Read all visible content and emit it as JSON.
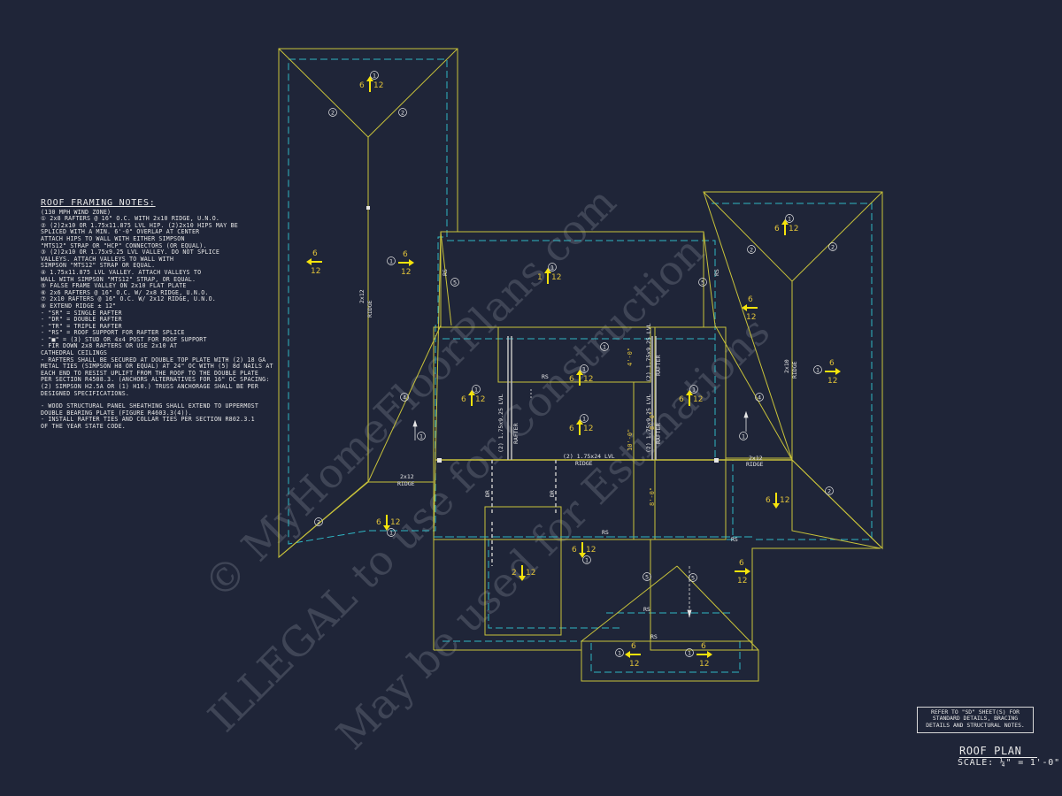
{
  "plan": {
    "title": "ROOF PLAN",
    "scale": "SCALE: ¼\" = 1'-0\""
  },
  "reference_note": {
    "lines": [
      "REFER TO \"SD\" SHEET(S) FOR",
      "STANDARD DETAILS, BRACING",
      "DETAILS AND STRUCTURAL NOTES."
    ]
  },
  "notes": {
    "title": "ROOF FRAMING NOTES:",
    "lines": [
      "(130 MPH WIND ZONE)",
      "① 2x8 RAFTERS @ 16\" O.C. WITH 2x10 RIDGE, U.N.O.",
      "② (2)2x10 OR 1.75x11.875 LVL HIP.  (2)2x10 HIPS MAY BE",
      "    SPLICED WITH A MIN. 6'-0\" OVERLAP AT CENTER",
      "    ATTACH HIPS TO WALL WITH EITHER SIMPSON",
      "    \"MTS12\" STRAP OR \"HCP\" CONNECTORS (OR EQUAL).",
      "③ (2)2x10 OR 1.75x9.25 LVL VALLEY.  DO NOT SPLICE",
      "    VALLEYS.  ATTACH VALLEYS TO WALL WITH",
      "    SIMPSON \"MTS12\" STRAP OR EQUAL.",
      "④ 1.75x11.875 LVL VALLEY.  ATTACH VALLEYS TO",
      "    WALL WITH SIMPSON \"MTS12\" STRAP, OR EQUAL.",
      "⑤ FALSE FRAME VALLEY ON 2x10 FLAT PLATE",
      "⑥ 2x6 RAFTERS @ 16\" O.C. W/ 2x8 RIDGE, U.N.O.",
      "⑦ 2x10 RAFTERS @ 16\" O.C. W/ 2x12 RIDGE, U.N.O.",
      "⑧ EXTEND RIDGE ± 12\"",
      "-  \"SR\" = SINGLE RAFTER",
      "-  \"DR\" = DOUBLE RAFTER",
      "-  \"TR\" = TRIPLE RAFTER",
      "-  \"RS\" = ROOF SUPPORT FOR RAFTER SPLICE",
      "-  \"■\" = (3) STUD OR 4x4 POST FOR ROOF SUPPORT",
      "-  FIR DOWN 2x8 RAFTERS OR USE 2x10 AT",
      "    CATHEDRAL CEILINGS",
      "-  RAFTERS SHALL BE SECURED AT DOUBLE TOP PLATE WITH (2) 18 GA",
      "    METAL TIES (SIMPSON H8 OR EQUAL) AT 24\" OC WITH (5) 8d NAILS AT",
      "    EACH END TO RESIST UPLIFT FROM THE ROOF TO THE DOUBLE PLATE",
      "    PER SECTION R4508.3. (ANCHORS ALTERNATIVES FOR 16\" OC SPACING:",
      "    (2) SIMPSON H2.5A OR (1) H10.) TRUSS ANCHORAGE SHALL BE PER",
      "    DESIGNED SPECIFICATIONS.",
      "",
      "-  WOOD STRUCTURAL PANEL SHEATHING SHALL EXTEND TO UPPERMOST",
      "    DOUBLE BEARING PLATE (FIGURE R4603.3(4)).",
      "-  INSTALL RAFTER TIES AND COLLAR TIES PER SECTION R802.3.1",
      "    OF THE YEAR STATE CODE."
    ]
  },
  "watermark": {
    "lines": [
      "© MyHomeFloorPlans.com",
      "ILLEGAL to use for Construction",
      "May be used for Estimations"
    ]
  },
  "labels": {
    "rs": "RS",
    "dr": "DR",
    "ridge_2x12": [
      "2x12",
      "RIDGE"
    ],
    "ridge_2x10": [
      "2x10",
      "RIDGE"
    ],
    "ridge_lvl": [
      "(2) 1.75x24 LVL",
      "RIDGE"
    ],
    "rafter_lvl": [
      "(2) 1.75x9.25 LVL",
      "RAFTER"
    ],
    "dims": [
      "4'-0\"",
      "8'-0\"",
      "10'-0\"",
      "8'-0\""
    ]
  },
  "colors": {
    "background": "#1f2538",
    "wall": "#c8c23a",
    "ridge_line": "#c8c23a",
    "dashed": "#2fb6c4",
    "arrow": "#f5e30c",
    "text": "#e6e6e6",
    "watermark": "#5a6070"
  },
  "slope_markers": [
    {
      "rise": "6",
      "run": "12",
      "dir": "up",
      "callout": "1"
    },
    {
      "rise": "6",
      "run": "12",
      "dir": "left",
      "callout": ""
    },
    {
      "rise": "6",
      "run": "12",
      "dir": "right",
      "callout": "1"
    },
    {
      "rise": "1",
      "run": "12",
      "dir": "up",
      "callout": "1"
    },
    {
      "rise": "6",
      "run": "12",
      "dir": "up",
      "callout": "1"
    },
    {
      "rise": "6",
      "run": "12",
      "dir": "left",
      "callout": ""
    },
    {
      "rise": "6",
      "run": "12",
      "dir": "right",
      "callout": "1"
    },
    {
      "rise": "6",
      "run": "12",
      "dir": "up",
      "callout": "1"
    },
    {
      "rise": "6",
      "run": "12",
      "dir": "up",
      "callout": "1"
    },
    {
      "rise": "6",
      "run": "12",
      "dir": "up",
      "callout": "1"
    },
    {
      "rise": "6",
      "run": "12",
      "dir": "up",
      "callout": "1"
    },
    {
      "rise": "6",
      "run": "12",
      "dir": "down",
      "callout": "1"
    },
    {
      "rise": "6",
      "run": "12",
      "dir": "down",
      "callout": "1"
    },
    {
      "rise": "2",
      "run": "12",
      "dir": "down",
      "callout": ""
    },
    {
      "rise": "6",
      "run": "12",
      "dir": "down",
      "callout": ""
    },
    {
      "rise": "6",
      "run": "12",
      "dir": "right",
      "callout": ""
    },
    {
      "rise": "6",
      "run": "12",
      "dir": "left",
      "callout": "1"
    },
    {
      "rise": "6",
      "run": "12",
      "dir": "right",
      "callout": "1"
    }
  ]
}
